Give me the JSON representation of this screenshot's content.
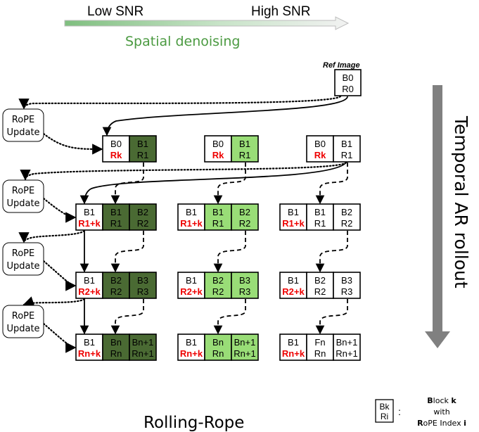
{
  "header": {
    "low_snr": "Low SNR",
    "high_snr": "High SNR",
    "spatial": "Spatial denoising"
  },
  "ref": {
    "caption": "Ref Image",
    "b": "B0",
    "r": "R0"
  },
  "rope_update": {
    "line1": "RoPE",
    "line2": "Update"
  },
  "side_label": "Temporal AR rollout",
  "footer_title": "Rolling-Rope",
  "legend": {
    "b": "Bk",
    "r": "Ri",
    "colon": ":",
    "line1_bold": "B",
    "line1_rest": "lock ",
    "line1_k": "k",
    "line2": "with",
    "line3_bold": "R",
    "line3_rest": "oPE Index ",
    "line3_i": "i"
  },
  "colors": {
    "dark_green": "#4a6a33",
    "light_green": "#99dd77",
    "white": "#ffffff",
    "red": "#ee0000",
    "arrow_gray": "#808080",
    "spatial_text": "#4b9a41"
  },
  "rows": [
    [
      [
        [
          "B0",
          "Rk",
          "w"
        ],
        [
          "B1",
          "R1",
          "d"
        ]
      ],
      [
        [
          "B0",
          "Rk",
          "w"
        ],
        [
          "B1",
          "R1",
          "l"
        ]
      ],
      [
        [
          "B0",
          "Rk",
          "w"
        ],
        [
          "B1",
          "R1",
          "w"
        ]
      ]
    ],
    [
      [
        [
          "B1",
          "R1+k",
          "w"
        ],
        [
          "B1",
          "R1",
          "d"
        ],
        [
          "B2",
          "R2",
          "d"
        ]
      ],
      [
        [
          "B1",
          "R1+k",
          "w"
        ],
        [
          "B1",
          "R1",
          "l"
        ],
        [
          "B2",
          "R2",
          "l"
        ]
      ],
      [
        [
          "B1",
          "R1+k",
          "w"
        ],
        [
          "B1",
          "R1",
          "w"
        ],
        [
          "B2",
          "R2",
          "w"
        ]
      ]
    ],
    [
      [
        [
          "B1",
          "R2+k",
          "w"
        ],
        [
          "B2",
          "R2",
          "d"
        ],
        [
          "B3",
          "R3",
          "d"
        ]
      ],
      [
        [
          "B1",
          "R2+k",
          "w"
        ],
        [
          "B2",
          "R2",
          "l"
        ],
        [
          "B3",
          "R3",
          "l"
        ]
      ],
      [
        [
          "B1",
          "R2+k",
          "w"
        ],
        [
          "B2",
          "R2",
          "w"
        ],
        [
          "B3",
          "R3",
          "w"
        ]
      ]
    ],
    [
      [
        [
          "B1",
          "Rn+k",
          "w"
        ],
        [
          "Bn",
          "Rn",
          "d"
        ],
        [
          "Bn+1",
          "Rn+1",
          "d"
        ]
      ],
      [
        [
          "B1",
          "Rn+k",
          "w"
        ],
        [
          "Bn",
          "Rn",
          "l"
        ],
        [
          "Bn+1",
          "Rn+1",
          "l"
        ]
      ],
      [
        [
          "B1",
          "Rn+k",
          "w"
        ],
        [
          "Fn",
          "Rn",
          "w"
        ],
        [
          "Bn+1",
          "Rn+1",
          "w"
        ]
      ]
    ]
  ]
}
